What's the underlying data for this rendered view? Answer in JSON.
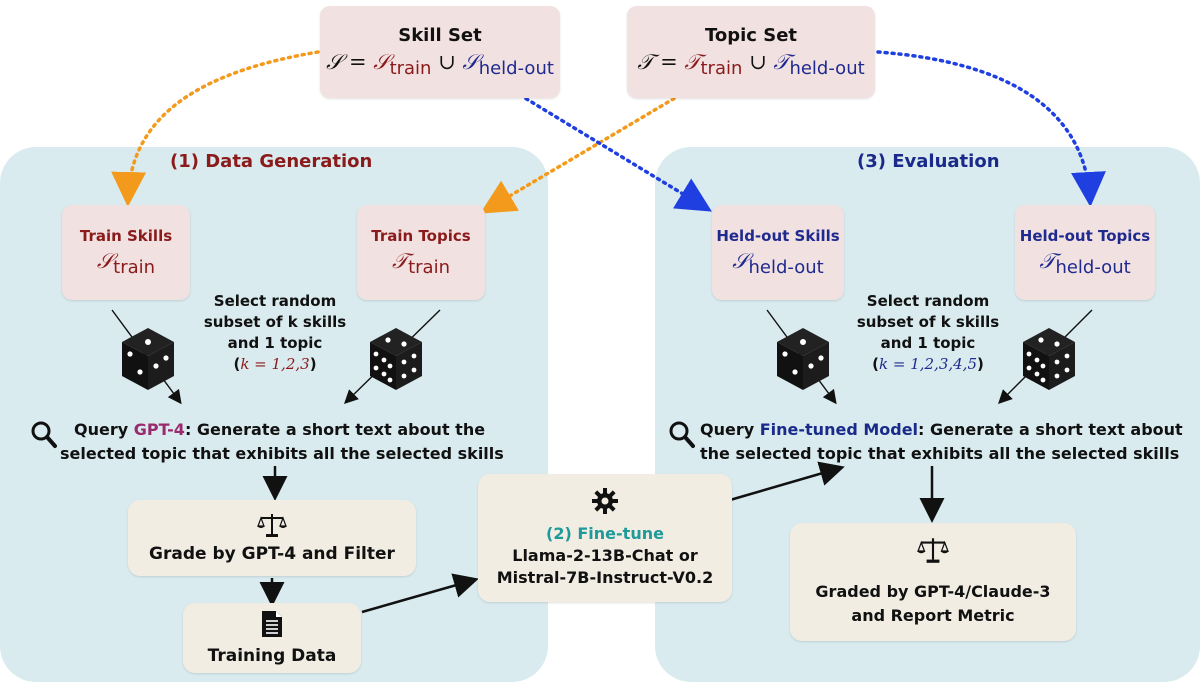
{
  "skill_set": {
    "title": "Skill Set",
    "formula_lhs": "𝒮",
    "formula_eq": " = ",
    "formula_a": "𝒮",
    "formula_a_sub": "train",
    "formula_union": " ∪ ",
    "formula_b": "𝒮",
    "formula_b_sub": "held-out"
  },
  "topic_set": {
    "title": "Topic Set",
    "formula_lhs": "𝒯",
    "formula_eq": " = ",
    "formula_a": "𝒯",
    "formula_a_sub": "train",
    "formula_union": " ∪ ",
    "formula_b": "𝒯",
    "formula_b_sub": "held-out"
  },
  "data_generation": {
    "heading": "(1) Data Generation",
    "train_skills": {
      "title": "Train Skills",
      "symbol": "𝒮",
      "sub": "train"
    },
    "train_topics": {
      "title": "Train Topics",
      "symbol": "𝒯",
      "sub": "train"
    },
    "select_line1": "Select random",
    "select_line2": "subset of k skills",
    "select_line3": "and 1 topic",
    "k_open": "(",
    "k_expr": "k = 1,2,3",
    "k_close": ")",
    "query_prefix": "Query ",
    "query_model": "GPT-4",
    "query_rest": ": Generate a short text about the",
    "query_line2": "selected topic that exhibits all the selected skills",
    "grade": "Grade by GPT-4 and Filter",
    "training_data": "Training Data"
  },
  "fine_tune": {
    "heading": "(2) Fine-tune",
    "line1": "Llama-2-13B-Chat or",
    "line2": "Mistral-7B-Instruct-V0.2"
  },
  "evaluation": {
    "heading": "(3) Evaluation",
    "heldout_skills": {
      "title": "Held-out Skills",
      "symbol": "𝒮",
      "sub": "held-out"
    },
    "heldout_topics": {
      "title": "Held-out Topics",
      "symbol": "𝒯",
      "sub": "held-out"
    },
    "select_line1": "Select random",
    "select_line2": "subset of k skills",
    "select_line3": "and 1 topic",
    "k_open": "(",
    "k_expr": "k = 1,2,3,4,5",
    "k_close": ")",
    "query_prefix": "Query ",
    "query_model": "Fine-tuned Model",
    "query_rest": ": Generate a short text about",
    "query_line2": "the selected topic that exhibits all the selected skills",
    "graded_line1": "Graded by GPT-4/Claude-3",
    "graded_line2": "and Report Metric"
  },
  "colors": {
    "panel": "#d9ebef",
    "pink_box": "#f1e1e1",
    "tan_box": "#f1ede3",
    "orange_arrow": "#f39a1c",
    "blue_arrow": "#1f3fe0",
    "train_red": "#8b1a1a",
    "heldout_blue": "#1f2a8f",
    "gpt4_purple": "#9a2a6e",
    "finetune_teal": "#1f9a9a"
  },
  "icons": [
    "dice-icon",
    "magnifier-icon",
    "scales-icon",
    "document-icon",
    "gear-icon"
  ]
}
